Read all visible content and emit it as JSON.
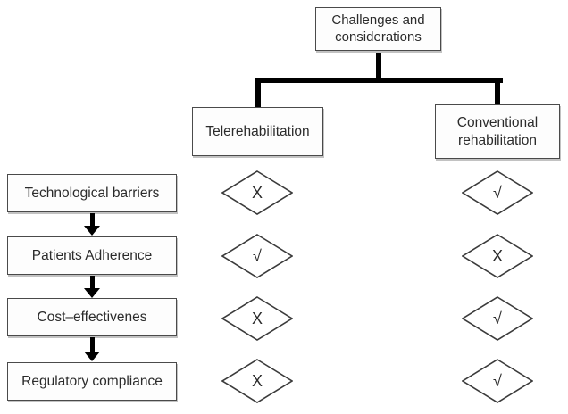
{
  "diagram": {
    "root": {
      "label": "Challenges and considerations"
    },
    "columns": {
      "tele": {
        "label": "Telerehabilitation"
      },
      "conv": {
        "label": "Conventional rehabilitation"
      }
    },
    "rows": [
      {
        "label": "Technological barriers",
        "tele": "X",
        "conv": "√"
      },
      {
        "label": "Patients Adherence",
        "tele": "√",
        "conv": "X"
      },
      {
        "label": "Cost–effectivenes",
        "tele": "X",
        "conv": "√"
      },
      {
        "label": "Regulatory compliance",
        "tele": "X",
        "conv": "√"
      }
    ],
    "legend": {
      "cross": "X",
      "check": "√"
    },
    "colors": {
      "connector_line": "#000000",
      "box_border": "#4a4a4a",
      "text": "#2b2b2b",
      "background": "#ffffff"
    }
  }
}
